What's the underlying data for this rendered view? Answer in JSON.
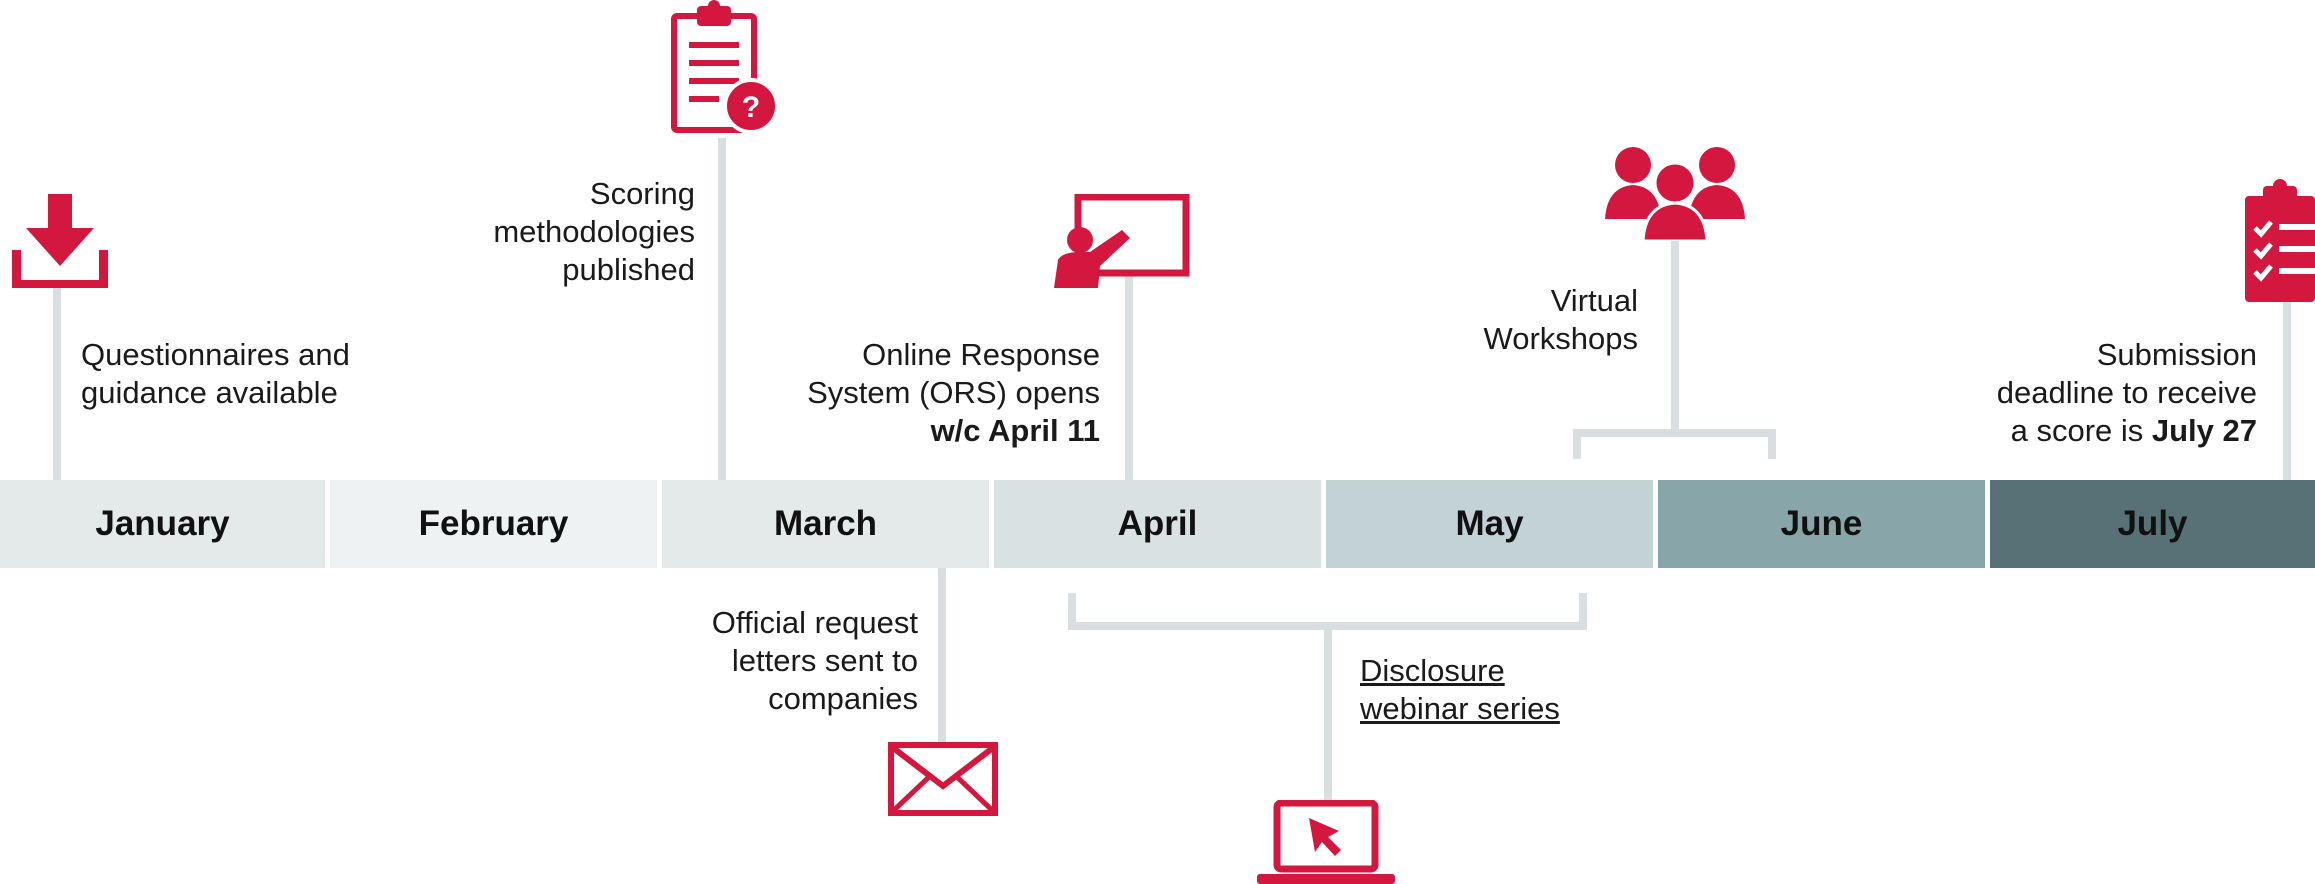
{
  "months": [
    "January",
    "February",
    "March",
    "April",
    "May",
    "June",
    "July"
  ],
  "month_colors": [
    "#e4e9ea",
    "#eff2f3",
    "#e4e9ea",
    "#d9e2e3",
    "#c3d2d5",
    "#88a5a9",
    "#587177"
  ],
  "accent": "#d3173f",
  "connector": "#d9dfe1",
  "events": {
    "questionnaires": {
      "line1": "Questionnaires and",
      "line2": "guidance available",
      "icon": "download-icon"
    },
    "scoring": {
      "line1": "Scoring",
      "line2": "methodologies",
      "line3": "published",
      "icon": "clipboard-question-icon"
    },
    "ors": {
      "line1": "Online Response",
      "line2": "System (ORS) opens",
      "line3": "w/c April 11",
      "icon": "presentation-board-icon"
    },
    "workshops": {
      "line1": "Virtual",
      "line2": "Workshops",
      "icon": "group-people-icon"
    },
    "submission": {
      "line1": "Submission",
      "line2": "deadline to receive",
      "line3_prefix": "a score is ",
      "line3_bold": "July 27",
      "icon": "clipboard-checklist-icon"
    },
    "letters": {
      "line1": "Official request",
      "line2": "letters sent to",
      "line3": "companies",
      "icon": "envelope-icon"
    },
    "webinar": {
      "line1": "Disclosure",
      "line2": "webinar series",
      "icon": "laptop-cursor-icon"
    }
  }
}
